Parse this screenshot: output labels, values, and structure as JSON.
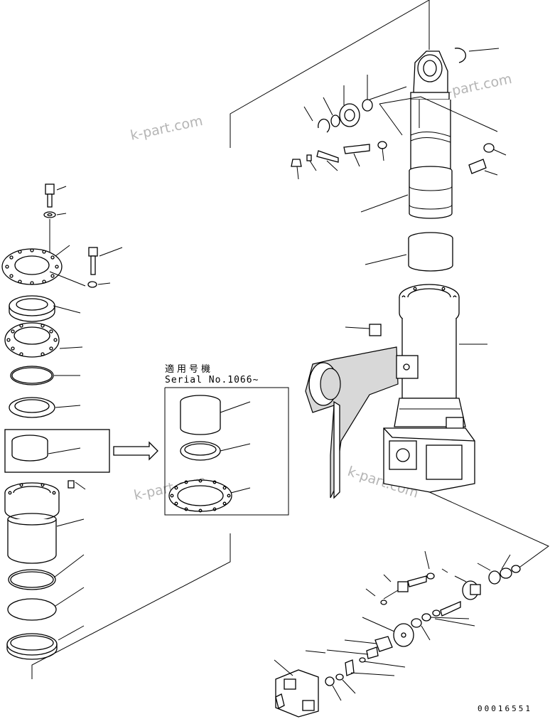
{
  "serial_applicability": {
    "line1": "適用号機",
    "line2": "Serial No.1066~"
  },
  "watermark": "k-part.com",
  "drawing_number": "00016551"
}
